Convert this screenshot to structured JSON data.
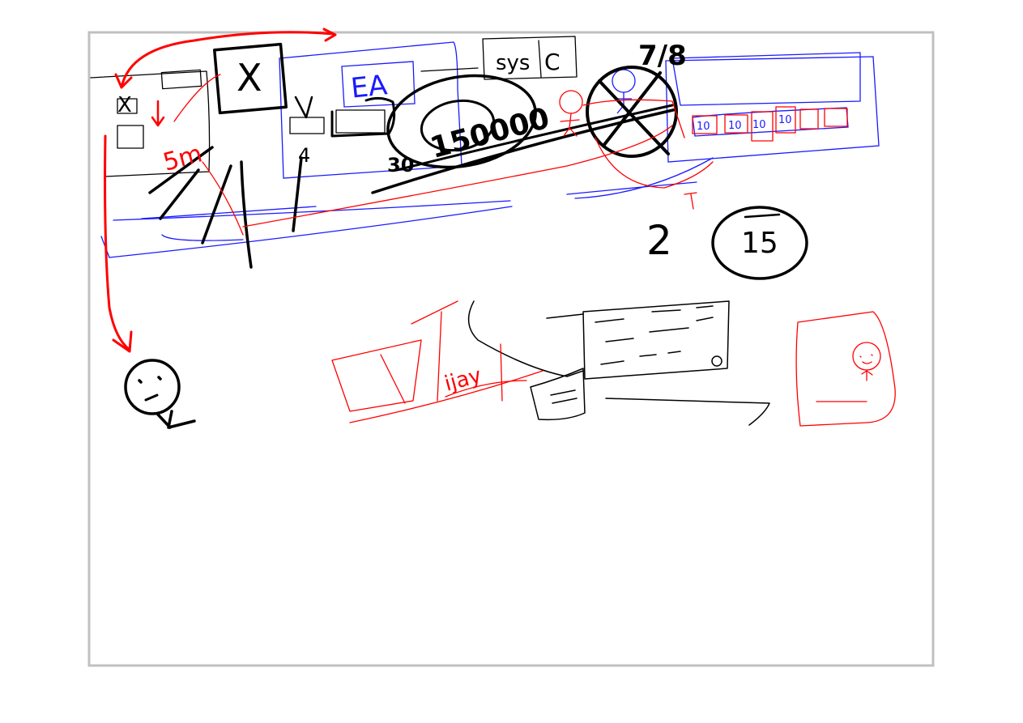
{
  "colors": {
    "ink_black": "#000000",
    "ink_blue": "#1a1aff",
    "ink_red": "#ff0000",
    "frame": "#c0c0c0",
    "background": "#ffffff"
  },
  "whiteboard": {
    "top_section": {
      "label_ea": "EA",
      "label_sys": "sys",
      "label_c": "C",
      "label_5m": "5m",
      "label_x_box": "X",
      "label_x_small": "X",
      "label_num_big": "150000",
      "label_num_small": "30",
      "label_fraction": "7/8",
      "label_4": "4",
      "counter_values": [
        "10",
        "10",
        "10",
        "10"
      ]
    },
    "middle_section": {
      "label_two": "2",
      "label_circle_num": "15"
    },
    "bottom_section": {
      "label_script": "ijay"
    }
  }
}
